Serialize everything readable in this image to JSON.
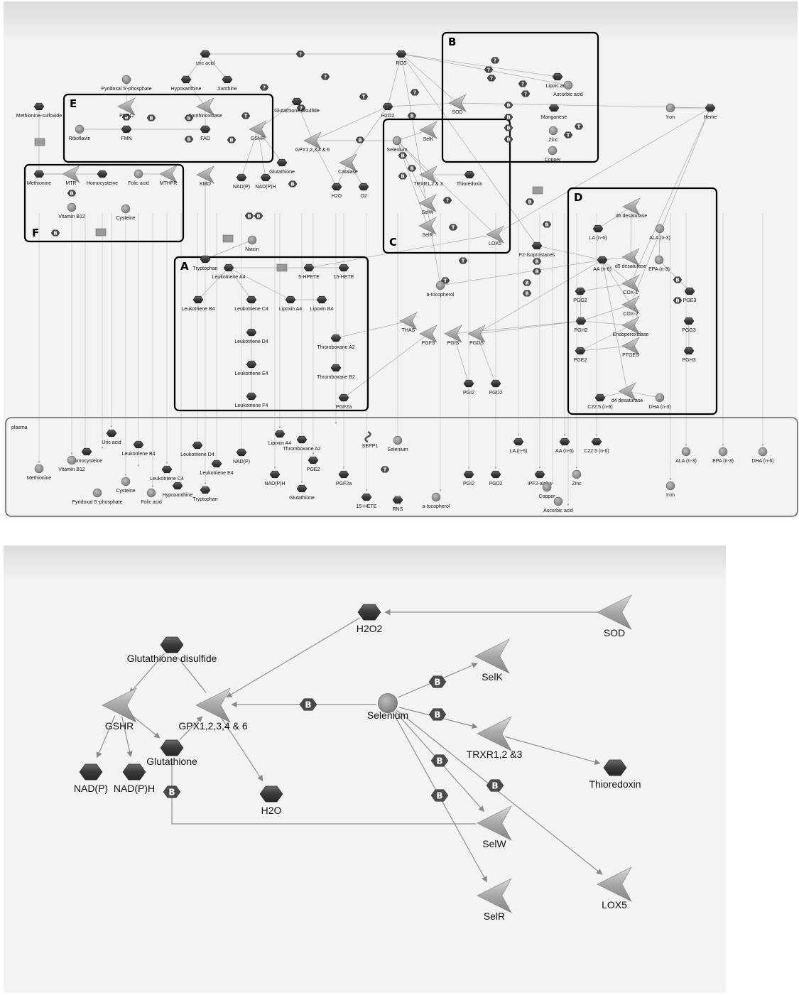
{
  "overview": {
    "compartment_label": "plasma",
    "box_labels": [
      "A",
      "B",
      "C",
      "D",
      "E",
      "F"
    ],
    "badge_labels": {
      "binding": "B",
      "transport": "T",
      "unknown": "?"
    },
    "nodes": [
      {
        "id": "uric",
        "label": "uric acid",
        "shape": "hex"
      },
      {
        "id": "ros",
        "label": "ROS",
        "shape": "hex"
      },
      {
        "id": "hypox",
        "label": "Hypoxanthine",
        "shape": "hex"
      },
      {
        "id": "xanth",
        "label": "Xanthine",
        "shape": "hex"
      },
      {
        "id": "pyr",
        "label": "Pyridoxal 5'-phosphate",
        "shape": "circle"
      },
      {
        "id": "metsulf",
        "label": "Methionine-sulfoxide",
        "shape": "hex"
      },
      {
        "id": "pnpo",
        "label": "PNPO",
        "shape": "enzyme"
      },
      {
        "id": "xo",
        "label": "Xanthinoxidase",
        "shape": "enzyme"
      },
      {
        "id": "ribo",
        "label": "Riboflavin",
        "shape": "circle"
      },
      {
        "id": "fmn",
        "label": "FMN",
        "shape": "hex"
      },
      {
        "id": "fad",
        "label": "FAD",
        "shape": "hex"
      },
      {
        "id": "gshr",
        "label": "GSHR",
        "shape": "enzyme"
      },
      {
        "id": "gssg",
        "label": "Glutathione disulfide",
        "shape": "hex"
      },
      {
        "id": "gpx",
        "label": "GPX1,2,3,4 & 6",
        "shape": "enzyme"
      },
      {
        "id": "h2o2",
        "label": "H2O2",
        "shape": "hex"
      },
      {
        "id": "cat",
        "label": "Catalase",
        "shape": "enzyme"
      },
      {
        "id": "h2o",
        "label": "H2O",
        "shape": "hex"
      },
      {
        "id": "o2",
        "label": "O2",
        "shape": "hex"
      },
      {
        "id": "gsh",
        "label": "Glutathione",
        "shape": "hex"
      },
      {
        "id": "nadp",
        "label": "NAD(P)",
        "shape": "hex"
      },
      {
        "id": "nadph",
        "label": "NAD(P)H",
        "shape": "hex"
      },
      {
        "id": "kmo",
        "label": "KMO",
        "shape": "enzyme"
      },
      {
        "id": "meth",
        "label": "Methionine",
        "shape": "hex"
      },
      {
        "id": "mtr",
        "label": "MTR",
        "shape": "enzyme"
      },
      {
        "id": "homocys",
        "label": "Homocysteine",
        "shape": "hex"
      },
      {
        "id": "folic",
        "label": "Folic acid",
        "shape": "circle"
      },
      {
        "id": "mthfr",
        "label": "MTHFR",
        "shape": "enzyme"
      },
      {
        "id": "b12",
        "label": "Vitamin B12",
        "shape": "circle"
      },
      {
        "id": "cys",
        "label": "Cysteine",
        "shape": "circle"
      },
      {
        "id": "trp",
        "label": "Tryptophan",
        "shape": "hex"
      },
      {
        "id": "niacin",
        "label": "Niacin",
        "shape": "circle"
      },
      {
        "id": "sod",
        "label": "SOD",
        "shape": "enzyme"
      },
      {
        "id": "lipoic",
        "label": "Lipoic acid",
        "shape": "hex"
      },
      {
        "id": "asc",
        "label": "Ascorbic acid",
        "shape": "circle"
      },
      {
        "id": "mn",
        "label": "Manganese",
        "shape": "hex"
      },
      {
        "id": "zinc",
        "label": "Zinc",
        "shape": "circle"
      },
      {
        "id": "copper",
        "label": "Copper",
        "shape": "circle"
      },
      {
        "id": "iron",
        "label": "Iron",
        "shape": "circle"
      },
      {
        "id": "heme",
        "label": "Heme",
        "shape": "hex"
      },
      {
        "id": "se",
        "label": "Selenium",
        "shape": "circle"
      },
      {
        "id": "selk",
        "label": "SelK",
        "shape": "enzyme"
      },
      {
        "id": "trxr",
        "label": "TRXR1,2 & 3",
        "shape": "enzyme"
      },
      {
        "id": "trx",
        "label": "Thioredoxin",
        "shape": "hex"
      },
      {
        "id": "selw",
        "label": "SelW",
        "shape": "enzyme"
      },
      {
        "id": "selr",
        "label": "SelR",
        "shape": "enzyme"
      },
      {
        "id": "lox5",
        "label": "LOX5",
        "shape": "enzyme"
      },
      {
        "id": "f2iso",
        "label": "F2-Isoprostanes",
        "shape": "hex"
      },
      {
        "id": "atoc",
        "label": "a-tocopherol",
        "shape": "circle"
      },
      {
        "id": "lta4",
        "label": "Leukotriene A4",
        "shape": "hex"
      },
      {
        "id": "hpete",
        "label": "5-HPETE",
        "shape": "hex"
      },
      {
        "id": "hete",
        "label": "15-HETE",
        "shape": "hex"
      },
      {
        "id": "ltb4",
        "label": "Leukotriene B4",
        "shape": "hex"
      },
      {
        "id": "ltc4",
        "label": "Leukotriene C4",
        "shape": "hex"
      },
      {
        "id": "lxa4",
        "label": "Lipoxin A4",
        "shape": "hex"
      },
      {
        "id": "lxb4",
        "label": "Lipoxin B4",
        "shape": "hex"
      },
      {
        "id": "ltd4",
        "label": "Leukotriene D4",
        "shape": "hex"
      },
      {
        "id": "lte4",
        "label": "Leukotriene E4",
        "shape": "hex"
      },
      {
        "id": "ltf4",
        "label": "Leukotriene F4",
        "shape": "hex"
      },
      {
        "id": "txa2",
        "label": "Thromboxane A2",
        "shape": "hex"
      },
      {
        "id": "txb2",
        "label": "Thromboxane B2",
        "shape": "hex"
      },
      {
        "id": "pgf2a",
        "label": "PGF2a",
        "shape": "hex"
      },
      {
        "id": "thas",
        "label": "THAS",
        "shape": "enzyme"
      },
      {
        "id": "pgfs",
        "label": "PGFS",
        "shape": "enzyme"
      },
      {
        "id": "pgis",
        "label": "PGIS",
        "shape": "enzyme"
      },
      {
        "id": "pgds",
        "label": "PGDS",
        "shape": "enzyme"
      },
      {
        "id": "pgi2",
        "label": "PGI2",
        "shape": "hex"
      },
      {
        "id": "pgd2",
        "label": "PGD2",
        "shape": "hex"
      },
      {
        "id": "d6",
        "label": "d6 desaturase",
        "shape": "enzyme"
      },
      {
        "id": "la",
        "label": "LA (n-6)",
        "shape": "hex"
      },
      {
        "id": "ala",
        "label": "ALA (n-3)",
        "shape": "circle"
      },
      {
        "id": "d5",
        "label": "d5 desaturase",
        "shape": "enzyme"
      },
      {
        "id": "aa",
        "label": "AA (n-6)",
        "shape": "hex"
      },
      {
        "id": "epa",
        "label": "EPA (n-3)",
        "shape": "circle"
      },
      {
        "id": "cox1",
        "label": "COX-1",
        "shape": "enzyme"
      },
      {
        "id": "pgg2",
        "label": "PGG2",
        "shape": "hex"
      },
      {
        "id": "pge3",
        "label": "PGE3",
        "shape": "hex"
      },
      {
        "id": "cox2",
        "label": "COX-2",
        "shape": "enzyme"
      },
      {
        "id": "pgh2",
        "label": "PGH2",
        "shape": "hex"
      },
      {
        "id": "endo",
        "label": "Endoperoxidase",
        "shape": "enzyme"
      },
      {
        "id": "pgg3",
        "label": "PGG3",
        "shape": "hex"
      },
      {
        "id": "pge2",
        "label": "PGE2",
        "shape": "hex"
      },
      {
        "id": "ptges",
        "label": "PTGES",
        "shape": "enzyme"
      },
      {
        "id": "pgh3",
        "label": "PGH3",
        "shape": "hex"
      },
      {
        "id": "d4",
        "label": "d4 desaturase",
        "shape": "enzyme"
      },
      {
        "id": "c225",
        "label": "C22:5 (n-6)",
        "shape": "hex"
      },
      {
        "id": "dha",
        "label": "DHA (n-3)",
        "shape": "circle"
      }
    ],
    "plasma_nodes": [
      {
        "label": "Uric acid",
        "shape": "hex"
      },
      {
        "label": "Homocysteine",
        "shape": "hex"
      },
      {
        "label": "Methionine",
        "shape": "circle"
      },
      {
        "label": "Vitamin B12",
        "shape": "circle"
      },
      {
        "label": "Leukotriene B4",
        "shape": "hex"
      },
      {
        "label": "Cysteine",
        "shape": "circle"
      },
      {
        "label": "Pyridoxal 5'-phosphate",
        "shape": "circle"
      },
      {
        "label": "Leukotriene C4",
        "shape": "hex"
      },
      {
        "label": "Folic acid",
        "shape": "circle"
      },
      {
        "label": "Hypoxanthine",
        "shape": "hex"
      },
      {
        "label": "Leukotriene D4",
        "shape": "hex"
      },
      {
        "label": "Leukotriene E4",
        "shape": "hex"
      },
      {
        "label": "Tryptophan",
        "shape": "hex"
      },
      {
        "label": "NAD(P)",
        "shape": "hex"
      },
      {
        "label": "NAD(P)H",
        "shape": "hex"
      },
      {
        "label": "Lipoxin A4",
        "shape": "hex"
      },
      {
        "label": "Thromboxane A2",
        "shape": "hex"
      },
      {
        "label": "PGE2",
        "shape": "hex"
      },
      {
        "label": "Glutathione",
        "shape": "hex"
      },
      {
        "label": "PGF2a",
        "shape": "hex"
      },
      {
        "label": "SEPP1",
        "shape": "protein"
      },
      {
        "label": "Selenium",
        "shape": "circle"
      },
      {
        "label": "15-HETE",
        "shape": "hex"
      },
      {
        "label": "RNS",
        "shape": "hex"
      },
      {
        "label": "a-tocopherol",
        "shape": "circle"
      },
      {
        "label": "PGI2",
        "shape": "hex"
      },
      {
        "label": "PGD2",
        "shape": "hex"
      },
      {
        "label": "LA (n-6)",
        "shape": "hex"
      },
      {
        "label": "iPF2-alpha",
        "shape": "hex"
      },
      {
        "label": "Copper",
        "shape": "circle"
      },
      {
        "label": "Ascorbic acid",
        "shape": "circle"
      },
      {
        "label": "AA (n-6)",
        "shape": "hex"
      },
      {
        "label": "C22:5 (n-6)",
        "shape": "hex"
      },
      {
        "label": "Zinc",
        "shape": "circle"
      },
      {
        "label": "ALA (n-3)",
        "shape": "circle"
      },
      {
        "label": "Iron",
        "shape": "circle"
      },
      {
        "label": "EPA (n-3)",
        "shape": "circle"
      },
      {
        "label": "DHA (n-6)",
        "shape": "circle"
      }
    ]
  },
  "detail": {
    "nodes": [
      {
        "id": "h2o2",
        "label": "H2O2",
        "shape": "hex"
      },
      {
        "id": "sod",
        "label": "SOD",
        "shape": "enzyme"
      },
      {
        "id": "gssg",
        "label": "Glutathione disulfide",
        "shape": "hex"
      },
      {
        "id": "selk",
        "label": "SelK",
        "shape": "enzyme"
      },
      {
        "id": "gshr",
        "label": "GSHR",
        "shape": "enzyme"
      },
      {
        "id": "gpx",
        "label": "GPX1,2,3,4 & 6",
        "shape": "enzyme"
      },
      {
        "id": "se",
        "label": "Selenium",
        "shape": "circle"
      },
      {
        "id": "trxr",
        "label": "TRXR1,2 &3",
        "shape": "enzyme"
      },
      {
        "id": "gsh",
        "label": "Glutathione",
        "shape": "hex"
      },
      {
        "id": "nadp",
        "label": "NAD(P)",
        "shape": "hex"
      },
      {
        "id": "nadph",
        "label": "NAD(P)H",
        "shape": "hex"
      },
      {
        "id": "trx",
        "label": "Thioredoxin",
        "shape": "hex"
      },
      {
        "id": "h2o",
        "label": "H2O",
        "shape": "hex"
      },
      {
        "id": "selw",
        "label": "SelW",
        "shape": "enzyme"
      },
      {
        "id": "lox5",
        "label": "LOX5",
        "shape": "enzyme"
      },
      {
        "id": "selr",
        "label": "SelR",
        "shape": "enzyme"
      }
    ],
    "badge_label": "B"
  }
}
